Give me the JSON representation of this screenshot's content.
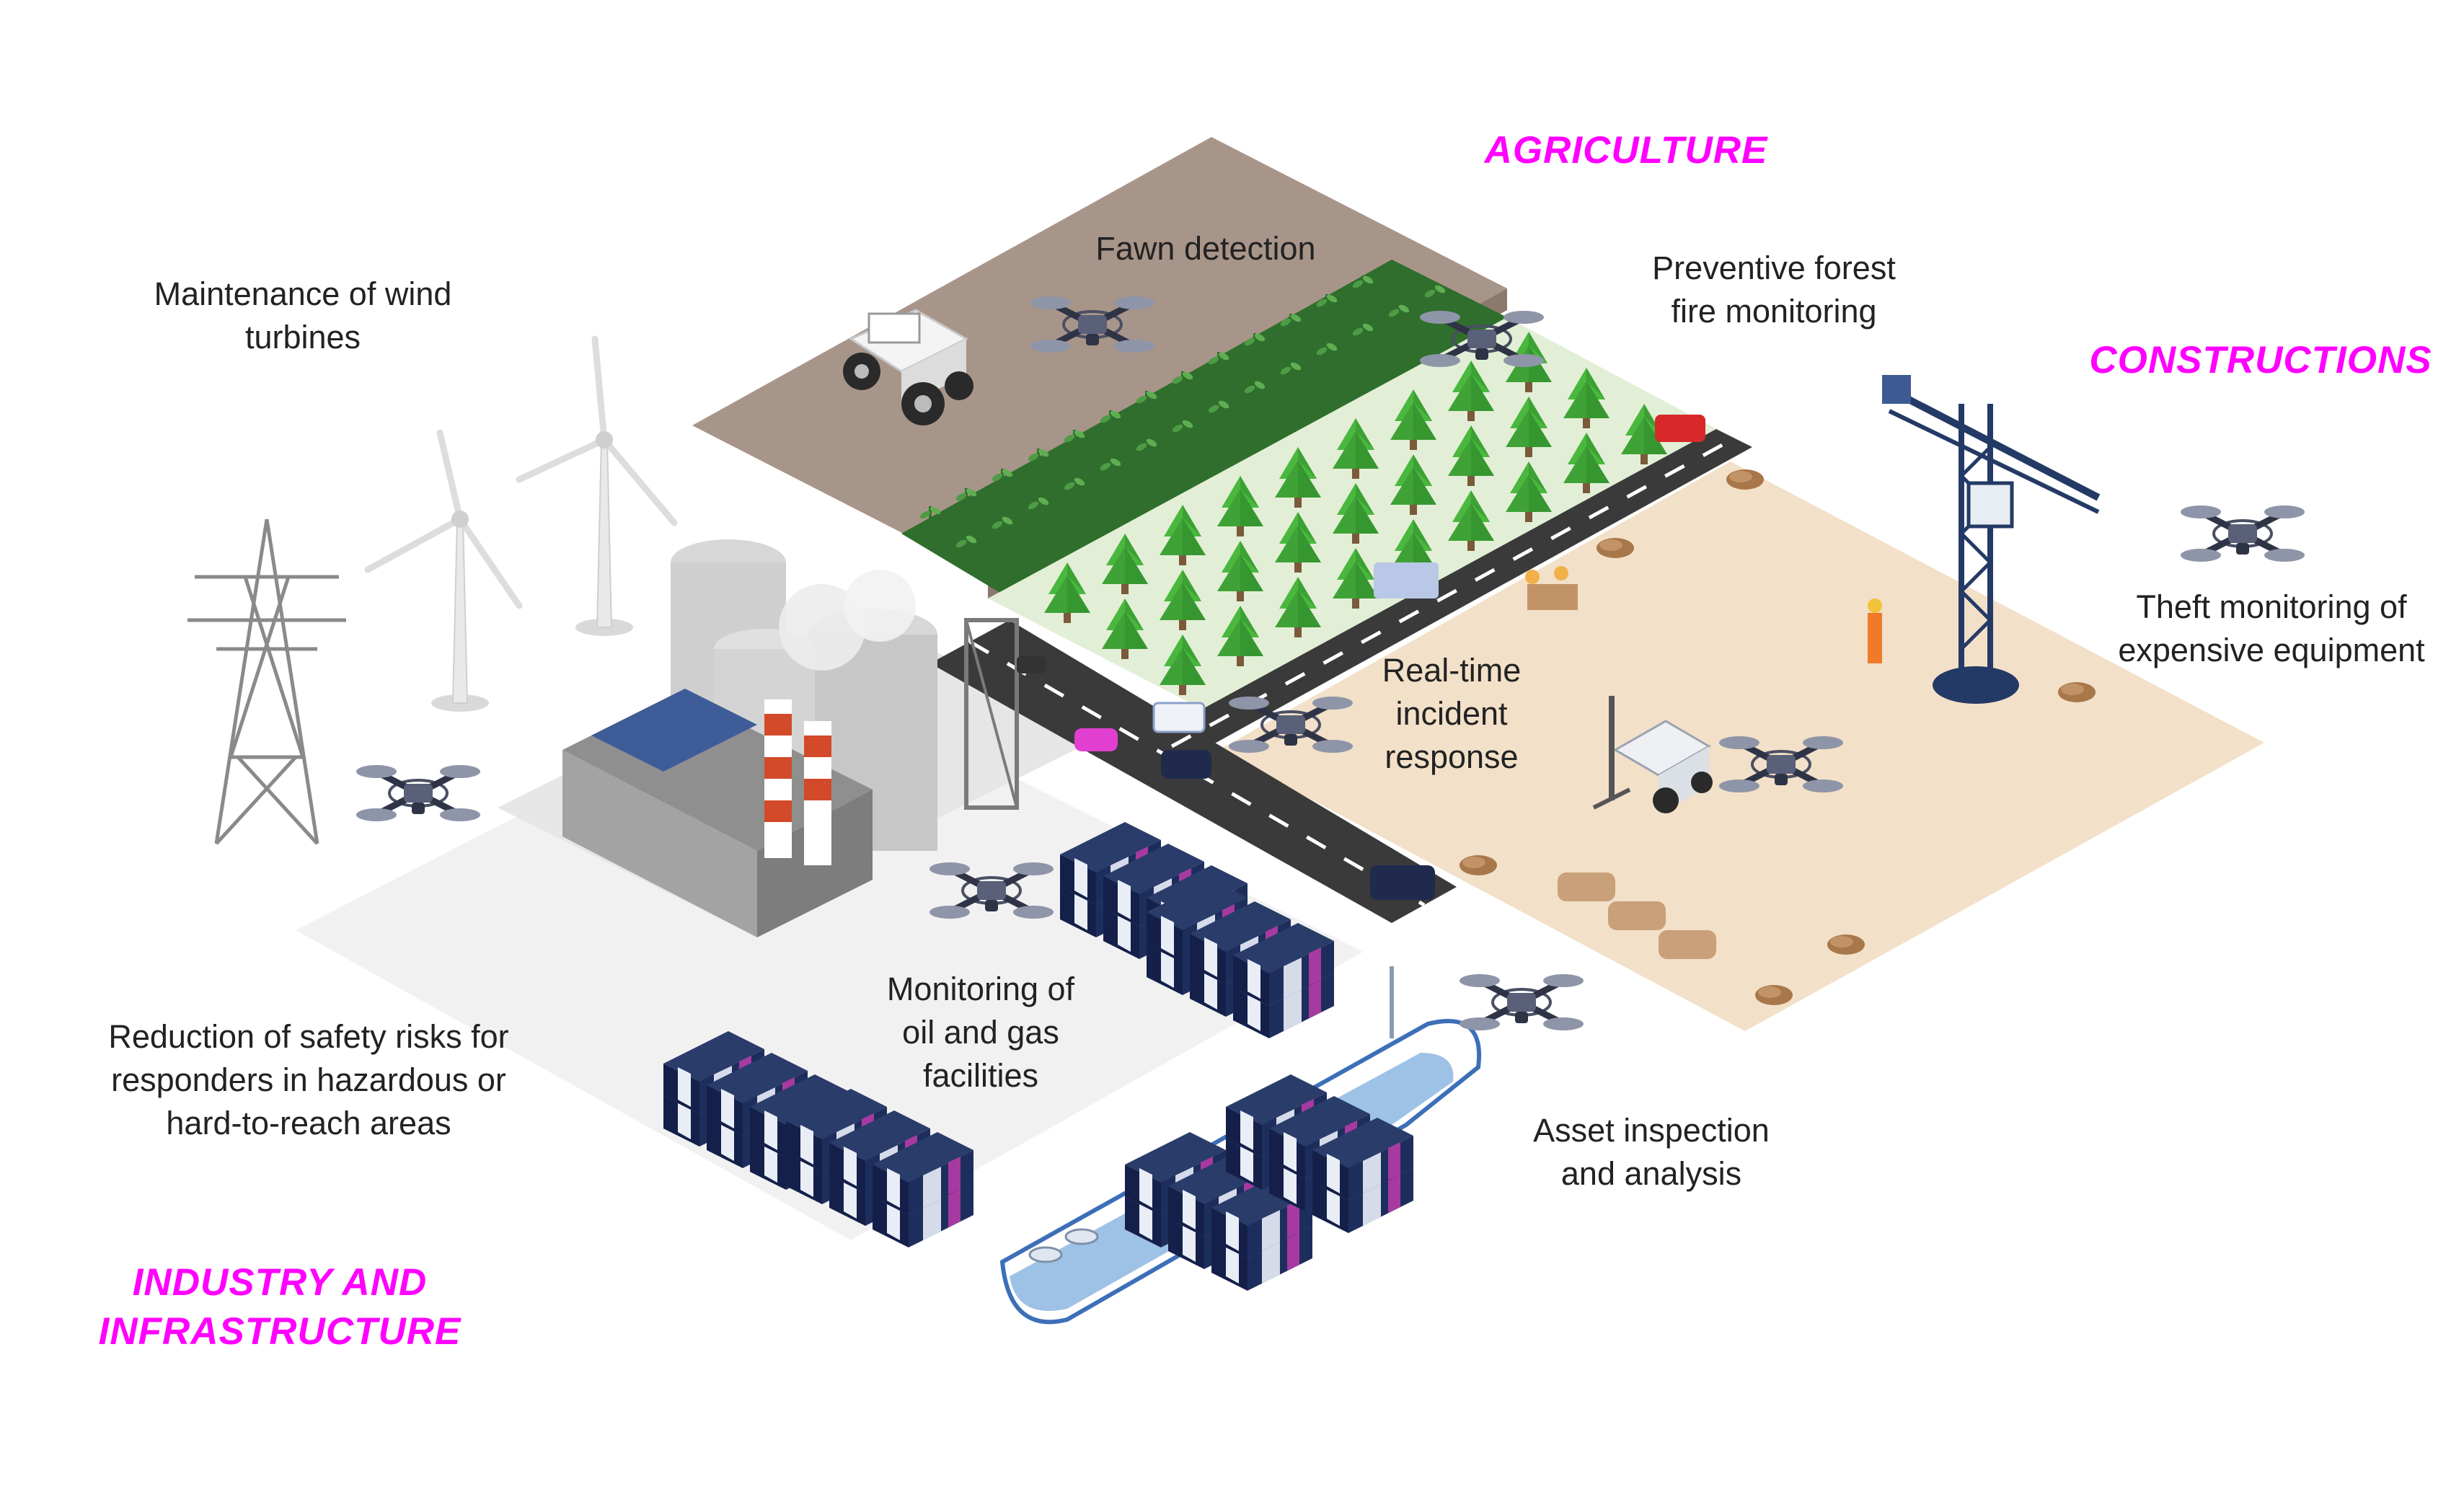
{
  "colors": {
    "accent": "#ff00ff",
    "text": "#222222",
    "farm_soil": "#a89589",
    "crop_green": "#3f8a3a",
    "forest_grass": "#e2efd6",
    "tree_green": "#4ab83e",
    "road": "#3a3a3a",
    "construction_ground": "#f2e0c8",
    "industry_ground": "#f0f0f0",
    "crane_navy": "#243a66",
    "container_navy": "#1c2c55",
    "container_magenta": "#8a2c8a",
    "ship_blue": "#9ec2e6",
    "ship_outline": "#3d6fb8"
  },
  "sections": {
    "agriculture": "AGRICULTURE",
    "constructions": "CONSTRUCTIONS",
    "industry_line1": "INDUSTRY AND",
    "industry_line2": "INFRASTRUCTURE"
  },
  "labels": {
    "fawn": "Fawn detection",
    "forest": [
      "Preventive forest",
      "fire monitoring"
    ],
    "wind": [
      "Maintenance of wind",
      "turbines"
    ],
    "theft": [
      "Theft monitoring of",
      "expensive equipment"
    ],
    "incident": [
      "Real-time",
      "incident",
      "response"
    ],
    "oil": [
      "Monitoring of",
      "oil and gas",
      "facilities"
    ],
    "safety": [
      "Reduction of safety risks for",
      "responders in hazardous or",
      "hard-to-reach areas"
    ],
    "asset": [
      "Asset inspection",
      "and analysis"
    ]
  },
  "icons": [
    "drone-icon",
    "wind-turbine-icon",
    "power-pylon-icon",
    "tractor-icon",
    "tree-icon",
    "crane-icon",
    "forklift-icon",
    "worker-icon",
    "factory-icon",
    "container-stack-icon",
    "cargo-ship-icon",
    "car-icon",
    "truck-icon",
    "fire-truck-icon",
    "police-car-icon"
  ]
}
